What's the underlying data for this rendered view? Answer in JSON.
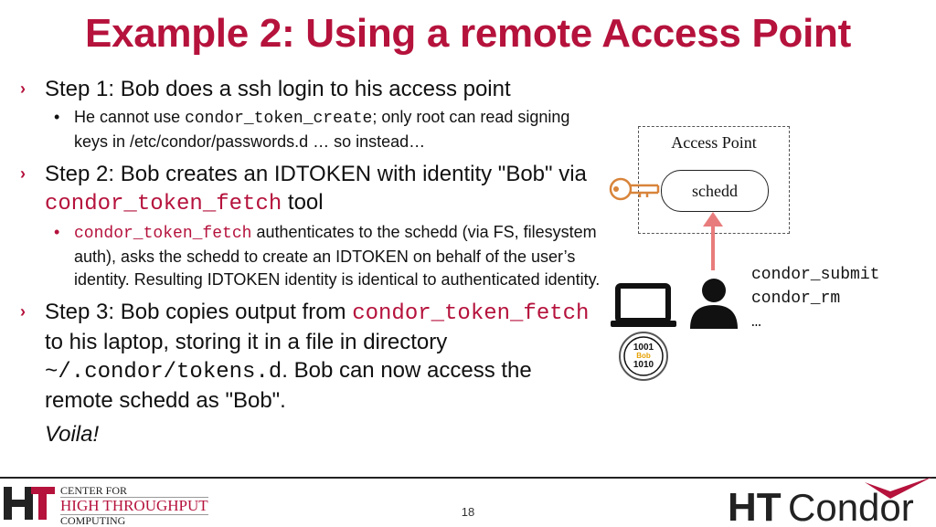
{
  "slide": {
    "title": "Example 2: Using a remote Access Point",
    "page_number": "18"
  },
  "bullets": {
    "step1": {
      "marker": "›",
      "text": "Step 1: Bob does a ssh login to his access point"
    },
    "step1_sub": {
      "marker": "•",
      "pre": "He cannot use ",
      "code": "condor_token_create",
      "post": "; only root can read signing keys in /etc/condor/passwords.d …  so instead…"
    },
    "step2": {
      "marker": "›",
      "pre": "Step 2: Bob creates an IDTOKEN with identity \"Bob\" via ",
      "code": "condor_token_fetch",
      "post": " tool"
    },
    "step2_sub": {
      "marker": "•",
      "code": "condor_token_fetch",
      "post": " authenticates to the schedd (via FS, filesystem auth), asks the schedd to create an  IDTOKEN on behalf of the user’s identity. Resulting IDTOKEN identity is identical to authenticated identity."
    },
    "step3": {
      "marker": "›",
      "pre": "Step 3: Bob copies output from ",
      "code": "condor_token_fetch",
      "mid": " to his laptop, storing it in a file in directory ",
      "code2": "~/.condor/tokens.d",
      "post": ".  Bob can now access the remote schedd as \"Bob\"."
    },
    "voila": "Voila!"
  },
  "diagram": {
    "access_point_label": "Access Point",
    "schedd_label": "schedd",
    "token_badge_top": "1001",
    "token_badge_mid": "Bob",
    "token_badge_bottom": "1010",
    "commands": [
      "condor_submit",
      "condor_rm",
      "…"
    ],
    "icons": [
      "key-icon",
      "laptop-icon",
      "user-icon",
      "token-badge-icon",
      "arrow-up-icon"
    ]
  },
  "footer": {
    "org_line1": "CENTER FOR",
    "org_line2": "HIGH THROUGHPUT",
    "org_line3": "COMPUTING",
    "ht_mark": "HT",
    "htcondor_ht": "HT",
    "htcondor_condor": "Condor"
  },
  "colors": {
    "accent": "#b5123c",
    "text": "#111111",
    "arrow": "#e87c7c",
    "key": "#d8843a"
  }
}
